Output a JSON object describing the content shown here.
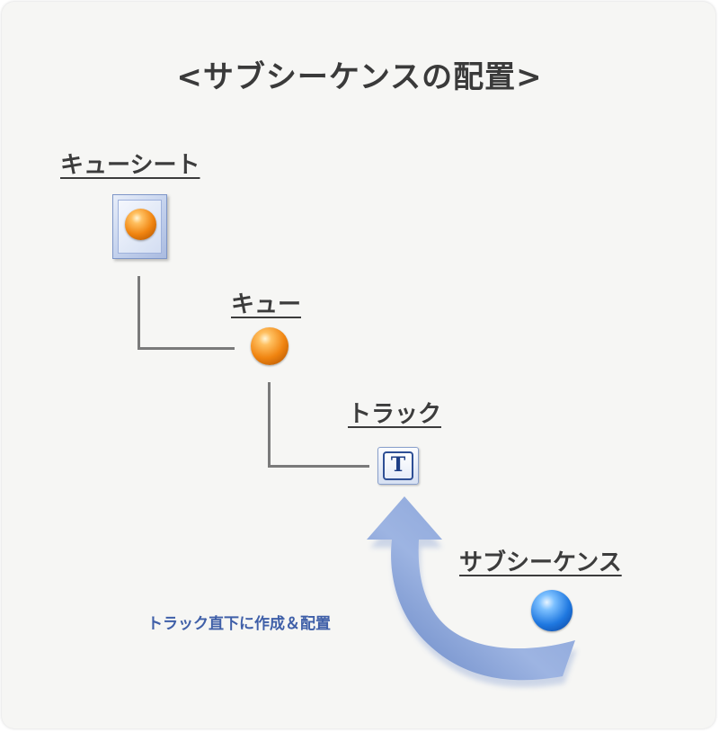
{
  "title": "<サブシーケンスの配置>",
  "nodes": {
    "cue_sheet": {
      "label": "キューシート",
      "icon": "cue-sheet-icon"
    },
    "cue": {
      "label": "キュー",
      "icon": "orange-ball-icon"
    },
    "track": {
      "label": "トラック",
      "icon": "track-icon",
      "icon_letter": "T"
    },
    "sub_sequence": {
      "label": "サブシーケンス",
      "icon": "blue-ball-icon"
    }
  },
  "arrow": {
    "caption": "トラック直下に作成＆配置",
    "color": "#8aa6d9"
  },
  "colors": {
    "text": "#3c3c3c",
    "caption": "#3f5fa8",
    "connector": "#7a7a7a",
    "orange": "#f08410",
    "blue": "#1f78e0"
  }
}
